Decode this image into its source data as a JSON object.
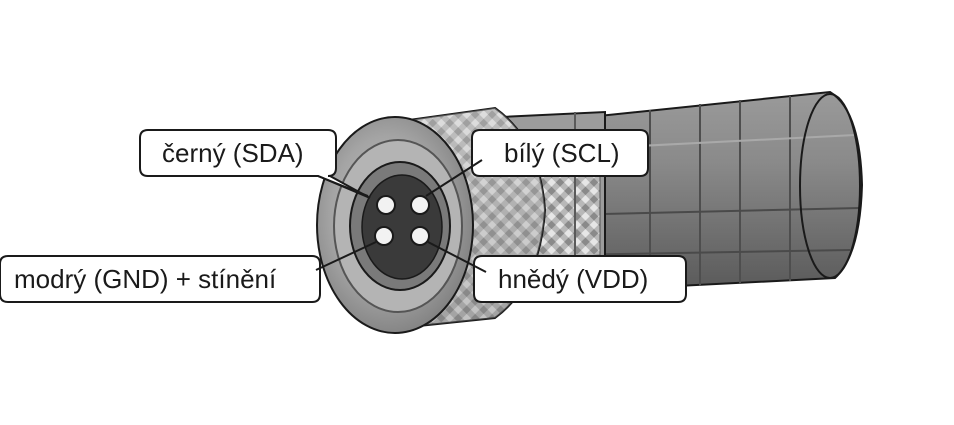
{
  "diagram": {
    "subject": "connector-pinout",
    "labels": {
      "sda": "černý (SDA)",
      "scl": "bílý (SCL)",
      "gnd": "modrý (GND) + stínění",
      "vdd": "hnědý (VDD)"
    },
    "colors": {
      "outline": "#1a1a1a",
      "callout_fill": "#ffffff",
      "body_dark": "#6e6e6e",
      "body_mid": "#8c8c8c",
      "body_light": "#bdbdbd",
      "knurl_light": "#d9d9d9",
      "face": "#a8a8a8",
      "pin": "#f2f2f2"
    }
  }
}
